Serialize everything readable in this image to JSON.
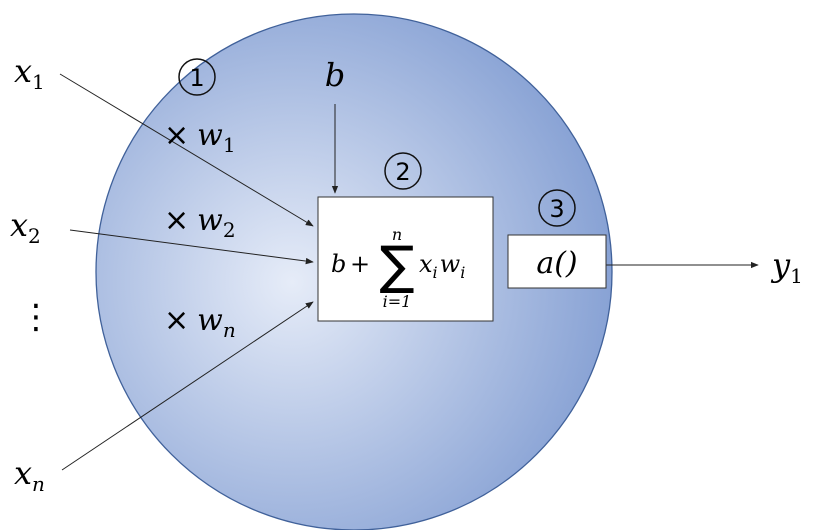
{
  "inputs": {
    "x1": {
      "base": "x",
      "sub": "1"
    },
    "x2": {
      "base": "x",
      "sub": "2"
    },
    "xn": {
      "base": "x",
      "sub": "n"
    },
    "dots": "⋮"
  },
  "weights": {
    "times": "×",
    "w1": {
      "base": "w",
      "sub": "1"
    },
    "w2": {
      "base": "w",
      "sub": "2"
    },
    "wn": {
      "base": "w",
      "sub": "n"
    }
  },
  "bias": "b",
  "steps": {
    "s1": "1",
    "s2": "2",
    "s3": "3"
  },
  "sum_box": {
    "b": "b",
    "plus": "+",
    "sigma": "∑",
    "upper": "n",
    "lower": "i=1",
    "x": "x",
    "x_sub": "i",
    "w": "w",
    "w_sub": "i"
  },
  "activation": {
    "label": "a()"
  },
  "output": {
    "base": "y",
    "sub": "1"
  },
  "colors": {
    "neuron_center": "#e4ebf7",
    "neuron_edge": "#7f9ad0",
    "neuron_border": "#40619a",
    "line": "#222222",
    "box_border": "#333333"
  }
}
